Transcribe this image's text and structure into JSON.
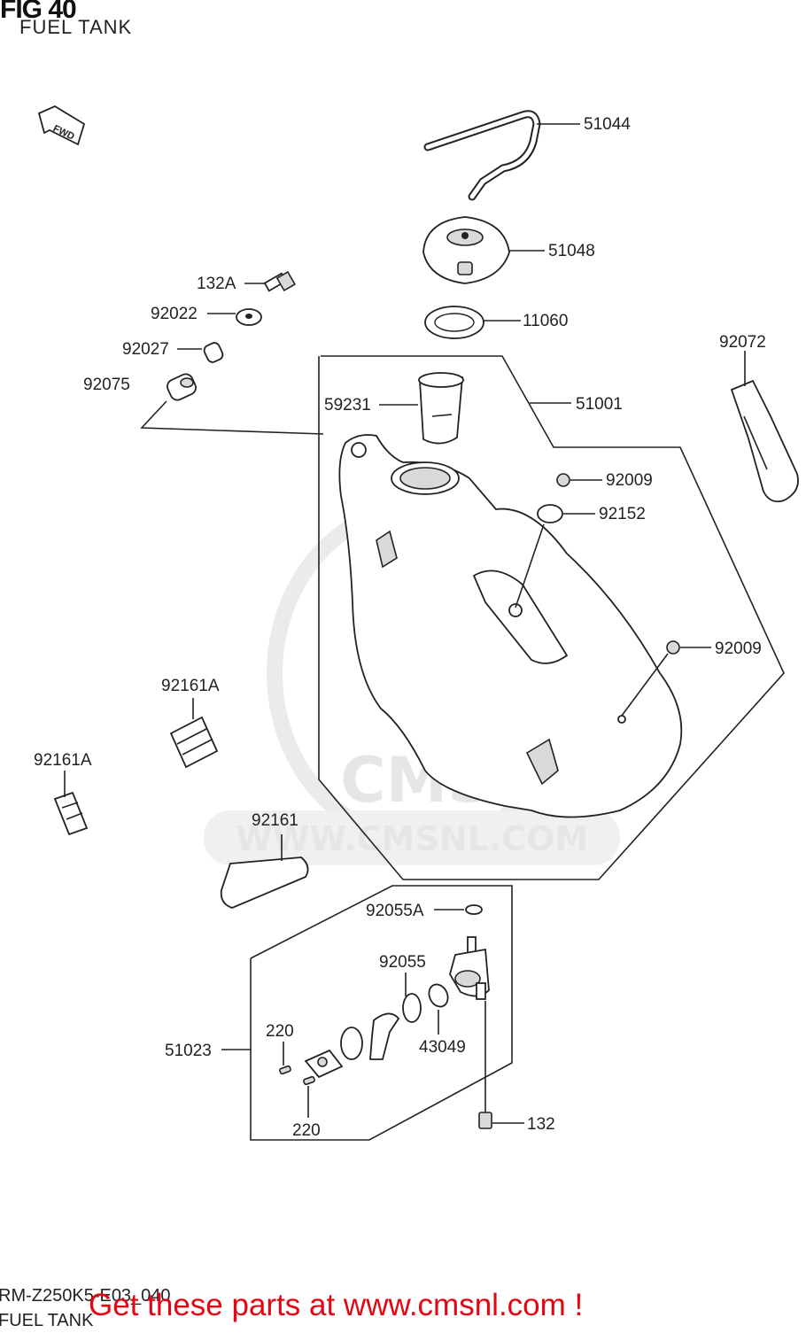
{
  "header": {
    "fig": "FIG 40",
    "subtitle": "FUEL TANK"
  },
  "fwd_label": "FWD",
  "watermark": {
    "logo": "CMS",
    "url": "WWW.CMSNL.COM"
  },
  "callouts": {
    "c51044": "51044",
    "c51048": "51048",
    "c132a": "132A",
    "c92022": "92022",
    "c11060": "11060",
    "c92027": "92027",
    "c92072": "92072",
    "c92075": "92075",
    "c59231": "59231",
    "c51001": "51001",
    "c92009a": "92009",
    "c92152": "92152",
    "c92009b": "92009",
    "c92161a_1": "92161A",
    "c92161a_2": "92161A",
    "c92161": "92161",
    "c92055a": "92055A",
    "c92055": "92055",
    "c51023": "51023",
    "c220a": "220",
    "c43049": "43049",
    "c220b": "220",
    "c132": "132"
  },
  "footer": {
    "code": "RM-Z250K5-E03_040",
    "subtitle": "FUEL TANK",
    "promo": "Get these parts at www.cmsnl.com !"
  }
}
